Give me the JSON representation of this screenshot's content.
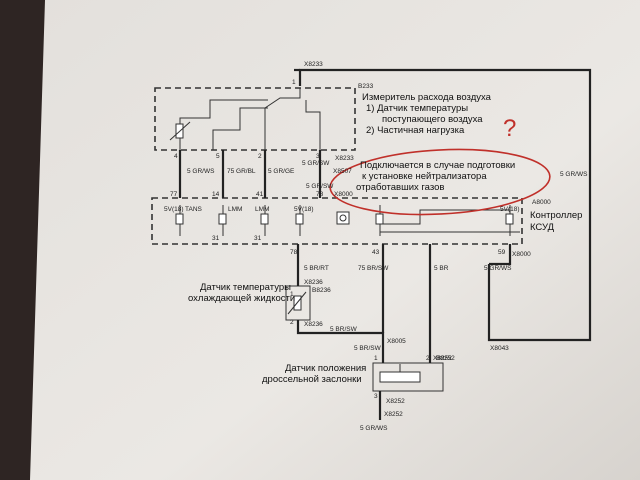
{
  "maf": {
    "title": "Измеритель расхода воздуха",
    "item1": "1) Датчик температуры",
    "item1b": "поступающего воздуха",
    "item2": "2) Частичная нагрузка",
    "ref": "B233"
  },
  "note": {
    "line1": "Подключается в случае подготовки",
    "line2": "к установке нейтрализатора",
    "line3": "отработавших газов"
  },
  "question_mark": "?",
  "controller": {
    "label1": "Контроллер",
    "label2": "КСУД",
    "ref": "A8000",
    "pins_left": [
      "5V(18)",
      "TANS",
      "LMM",
      "LMM",
      "5V(18)"
    ],
    "pins_right": [
      "5V(18)"
    ],
    "conn": "X8000"
  },
  "coolant_sensor": {
    "line1": "Датчик температуры",
    "line2": "охлаждающей жидкости",
    "ref": "B8236",
    "conn_top": "X8236",
    "conn_bot": "X8236"
  },
  "throttle_sensor": {
    "line1": "Датчик положения",
    "line2": "дроссельной заслонки",
    "ref": "B8252",
    "conn": "X8252"
  },
  "connectors": {
    "x8233": "X8233",
    "x8507": "X8507",
    "x8000a": "X8000",
    "x8000b": "X8000",
    "x8005": "X8005",
    "x8043": "X8043",
    "x8252": "X8252",
    "x8252b": "X8252"
  },
  "wires": {
    "w1": "5 GR/WS",
    "w2": "75 GR/BL",
    "w3": "5 GR/GE",
    "w4": "5 GR/SW",
    "w5": "5 GR/SW",
    "w6": "5 BR/RT",
    "w7": "75 BR/SW",
    "w8": "5 BR",
    "w9": "5 GR/WS",
    "w10": "5 BR/SW",
    "w11": "5 BR/SW",
    "w12": "5 GR/WS",
    "w13": "5 GR/WS"
  },
  "pins": {
    "p1": "1",
    "p4": "4",
    "p5": "5",
    "p2": "2",
    "p3": "3",
    "p77": "77",
    "p14": "14",
    "p41": "41",
    "p78a": "78",
    "p78b": "78",
    "p43": "43",
    "p59": "59",
    "p31a": "31",
    "p31b": "31",
    "p1b": "1",
    "p2b": "2",
    "p3b": "3",
    "p1c": "1",
    "p2c": "2"
  }
}
